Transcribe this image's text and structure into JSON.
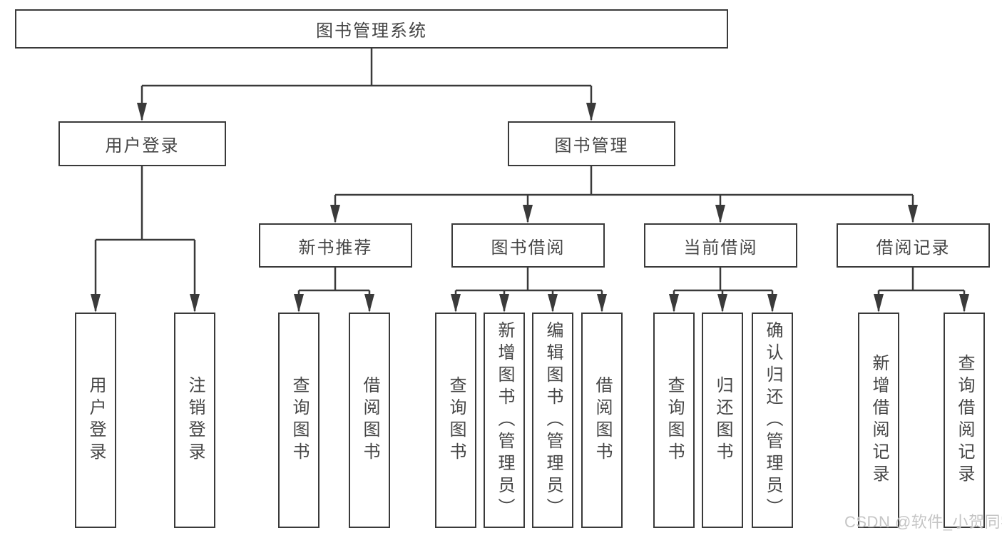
{
  "diagram": {
    "title": "图书管理系统",
    "level2": [
      {
        "label": "用户登录"
      },
      {
        "label": "图书管理"
      }
    ],
    "level3": [
      {
        "label": "新书推荐"
      },
      {
        "label": "图书借阅"
      },
      {
        "label": "当前借阅"
      },
      {
        "label": "借阅记录"
      }
    ],
    "leaves": [
      {
        "label": "用户登录"
      },
      {
        "label": "注销登录"
      },
      {
        "label": "查询图书"
      },
      {
        "label": "借阅图书"
      },
      {
        "label": "查询图书"
      },
      {
        "label": "新增图书（管理员）"
      },
      {
        "label": "编辑图书（管理员）"
      },
      {
        "label": "借阅图书"
      },
      {
        "label": "查询图书"
      },
      {
        "label": "归还图书"
      },
      {
        "label": "确认归还（管理员）"
      },
      {
        "label": "新增借阅记录"
      },
      {
        "label": "查询借阅记录"
      }
    ],
    "watermark": "CSDN @软件_小贺同学",
    "colors": {
      "line": "#3a3a3a",
      "text": "#454545",
      "background": "#ffffff",
      "watermark": "#c5c5c5"
    }
  }
}
